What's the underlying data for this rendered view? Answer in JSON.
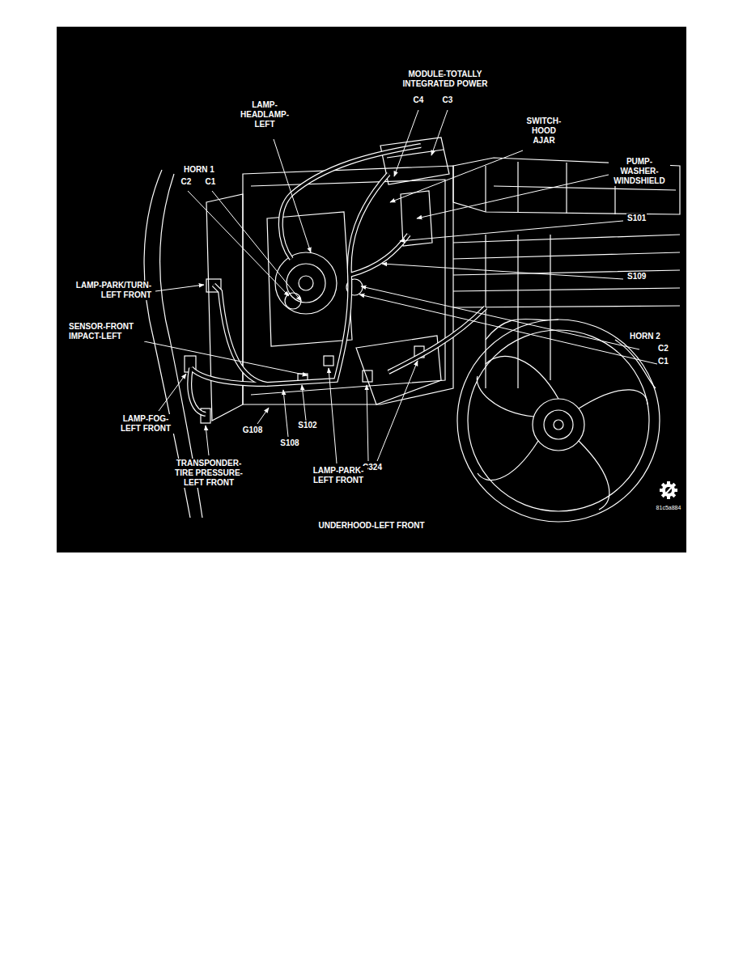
{
  "diagram": {
    "caption": "UNDERHOOD-LEFT FRONT",
    "labels": [
      "MODULE-TOTALLY INTEGRATED POWER",
      "C4",
      "C3",
      "LAMP- HEADLAMP- LEFT",
      "SWITCH- HOOD AJAR",
      "PUMP- WASHER- WINDSHIELD",
      "HORN 1",
      "C2",
      "C1",
      "S101",
      "LAMP-PARK/TURN- LEFT FRONT",
      "S109",
      "HORN 2",
      "C2",
      "C1",
      "SENSOR-FRONT IMPACT-LEFT",
      "LAMP-FOG- LEFT FRONT",
      "G108",
      "S102",
      "S108",
      "C324",
      "TRANSPONDER- TIRE PRESSURE- LEFT FRONT",
      "LAMP-PARK- LEFT FRONT",
      "81c5a884"
    ]
  }
}
